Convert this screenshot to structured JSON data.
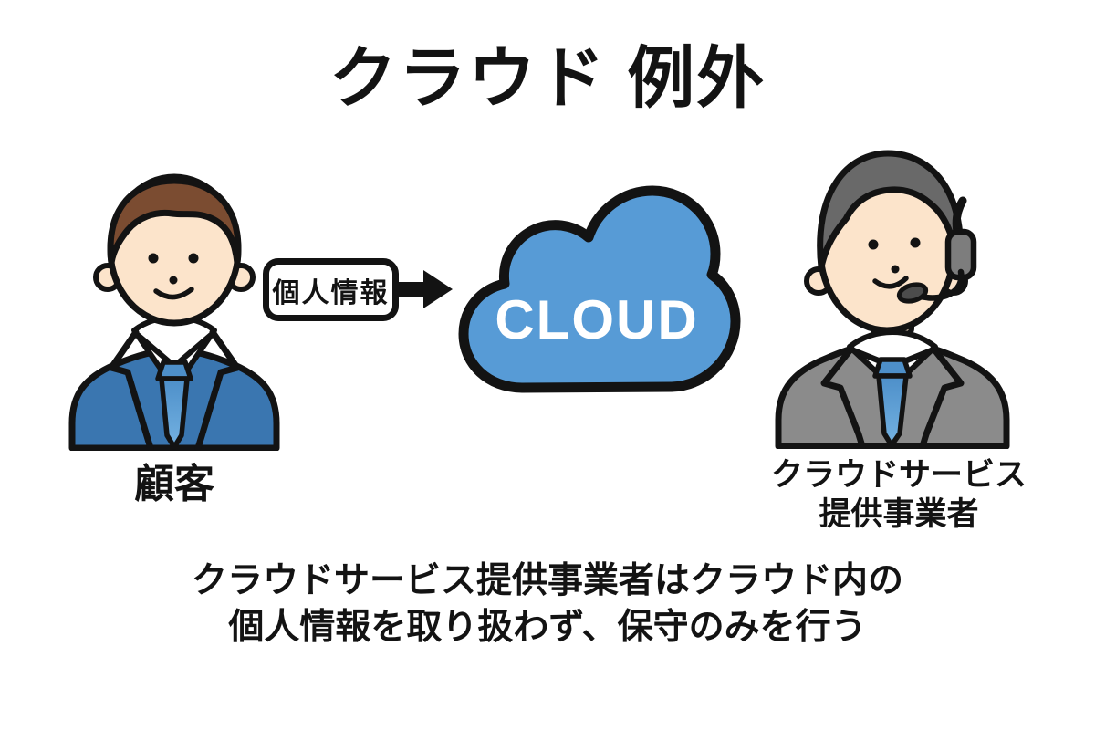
{
  "title": "クラウド 例外",
  "diagram": {
    "customer_label": "顧客",
    "data_label": "個人情報",
    "cloud_label": "CLOUD",
    "provider_label_line1": "クラウドサービス",
    "provider_label_line2": "提供事業者"
  },
  "caption": {
    "line1": "クラウドサービス提供事業者はクラウド内の",
    "line2": "個人情報を取り扱わず、保守のみを行う"
  },
  "icons": {
    "customer": "businessman-person-icon",
    "provider": "support-agent-headset-icon",
    "cloud": "cloud-icon",
    "arrow": "arrow-right-icon"
  },
  "colors": {
    "cloud_blue": "#579bd6",
    "customer_suit_blue": "#3a76b0",
    "provider_suit_gray": "#8b8b8b",
    "tie_blue_dark": "#4d8fc9",
    "tie_blue_light": "#74b2e2",
    "hair_brown": "#7b4c31",
    "hair_gray": "#696969",
    "headset_gray": "#7d7d7d",
    "skin": "#fce4cb",
    "outline": "#131313",
    "text": "#131313",
    "background": "#ffffff"
  }
}
